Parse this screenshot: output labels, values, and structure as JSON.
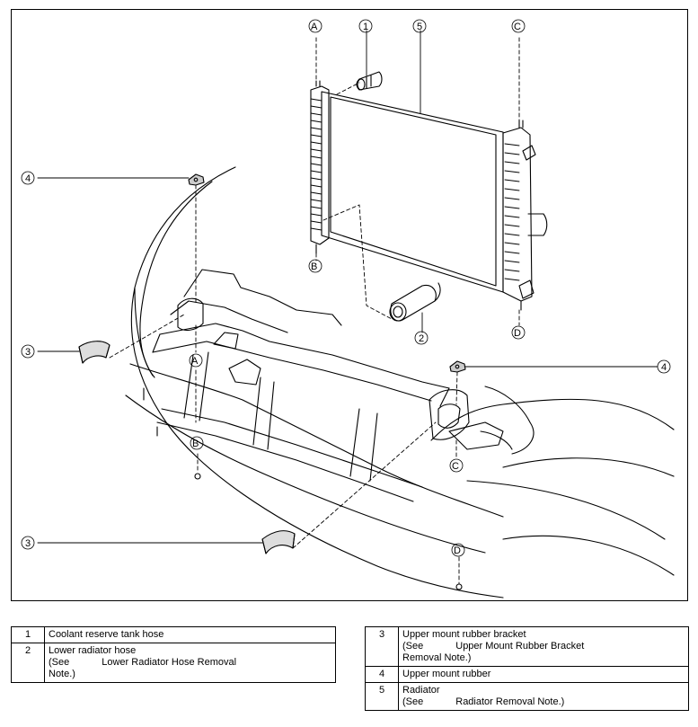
{
  "callouts": {
    "A": "A",
    "B": "B",
    "C": "C",
    "D": "D",
    "n1": "1",
    "n2": "2",
    "n3": "3",
    "n4": "4",
    "n5": "5"
  },
  "legend_left": [
    {
      "num": "1",
      "text": "Coolant reserve tank hose"
    },
    {
      "num": "2",
      "text": "Lower radiator hose",
      "see": "(See",
      "ref": "Lower Radiator Hose Removal",
      "cont": "Note.)"
    }
  ],
  "legend_right": [
    {
      "num": "3",
      "text": "Upper mount rubber bracket",
      "see": "(See",
      "ref": "Upper Mount Rubber Bracket",
      "cont": "Removal Note.)"
    },
    {
      "num": "4",
      "text": "Upper mount rubber"
    },
    {
      "num": "5",
      "text": "Radiator",
      "see": "(See",
      "ref": "Radiator Removal Note.)"
    }
  ]
}
